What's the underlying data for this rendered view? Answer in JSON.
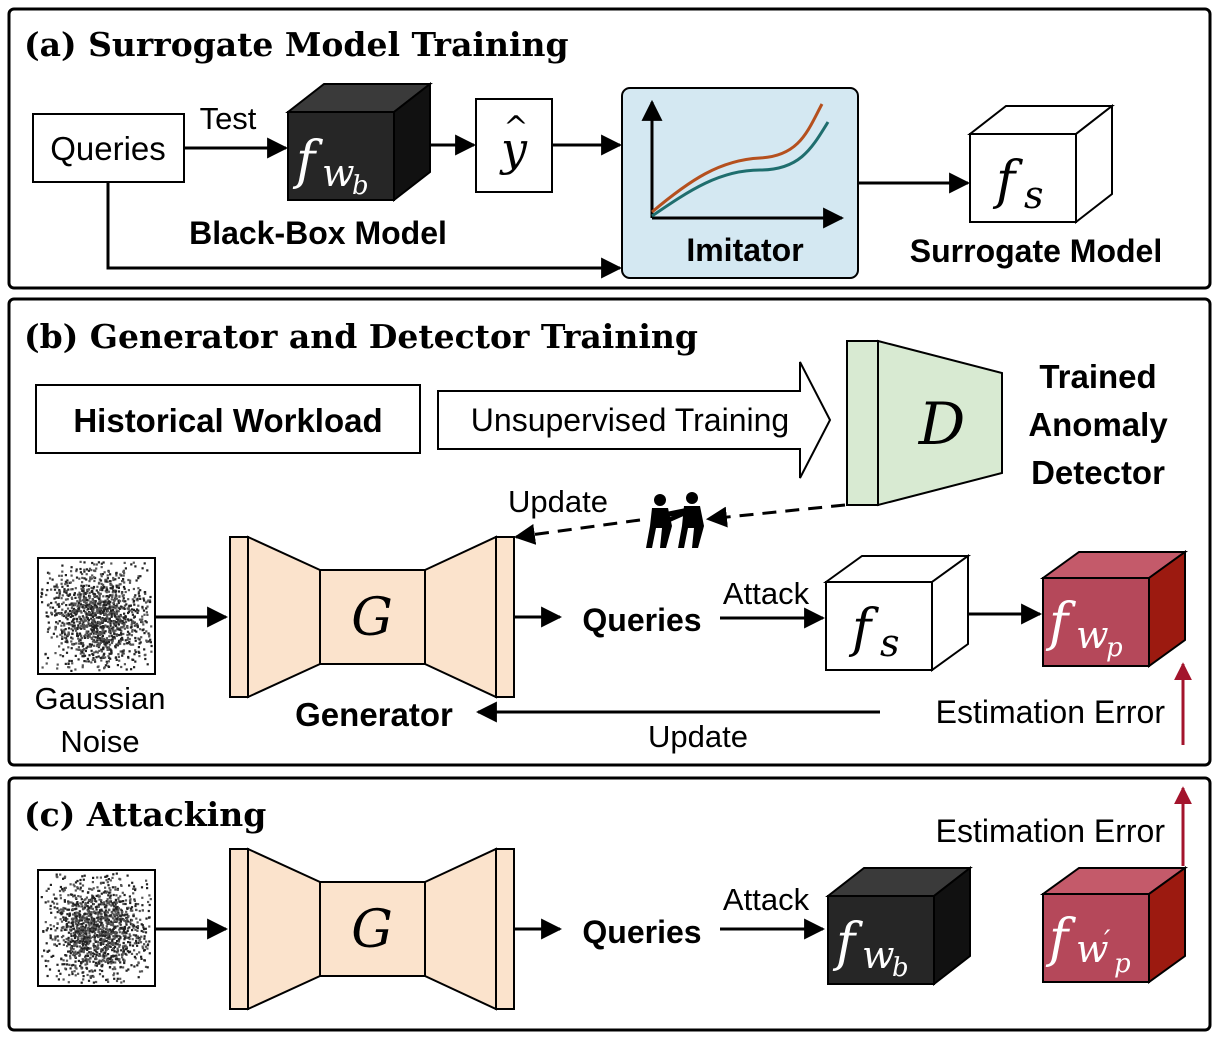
{
  "panel_a": {
    "title": "(a) Surrogate Model Training",
    "queries": "Queries",
    "test": "Test",
    "blackbox_symbol": "f",
    "blackbox_sub": "w",
    "blackbox_subsub": "b",
    "blackbox_label": "Black-Box Model",
    "yhat": "y",
    "yhat_accent": "^",
    "imitator_label": "Imitator",
    "surrogate_symbol": "f",
    "surrogate_sub": "s",
    "surrogate_label": "Surrogate Model",
    "curve_colors": {
      "orange": "#b5501e",
      "teal": "#1f6e6e"
    },
    "imitator_fill": "#d4e8f2"
  },
  "panel_b": {
    "title": "(b) Generator and Detector Training",
    "historical": "Historical Workload",
    "unsupervised": "Unsupervised Training",
    "detector_symbol": "D",
    "detector_label_1": "Trained",
    "detector_label_2": "Anomaly",
    "detector_label_3": "Detector",
    "update_top": "Update",
    "fight_icon": "fighting-people-icon",
    "noise_label_1": "Gaussian",
    "noise_label_2": "Noise",
    "generator_symbol": "G",
    "generator_label": "Generator",
    "queries": "Queries",
    "attack": "Attack",
    "surrogate_symbol": "f",
    "surrogate_sub": "s",
    "target_symbol": "f",
    "target_sub": "w",
    "target_subsub": "p",
    "estimation_error": "Estimation Error",
    "update_bottom": "Update",
    "detector_fill": "#d8ead2",
    "generator_fill": "#fbe3cc",
    "target_fill": "#b5485a",
    "arrow_red": "#a3142c"
  },
  "panel_c": {
    "title": "(c) Attacking",
    "generator_symbol": "G",
    "queries": "Queries",
    "attack": "Attack",
    "blackbox_symbol": "f",
    "blackbox_sub": "w",
    "blackbox_subsub": "b",
    "estimation_error": "Estimation Error",
    "target_symbol": "f",
    "target_sub": "w",
    "target_subsub": "p",
    "target_prime": "′"
  }
}
